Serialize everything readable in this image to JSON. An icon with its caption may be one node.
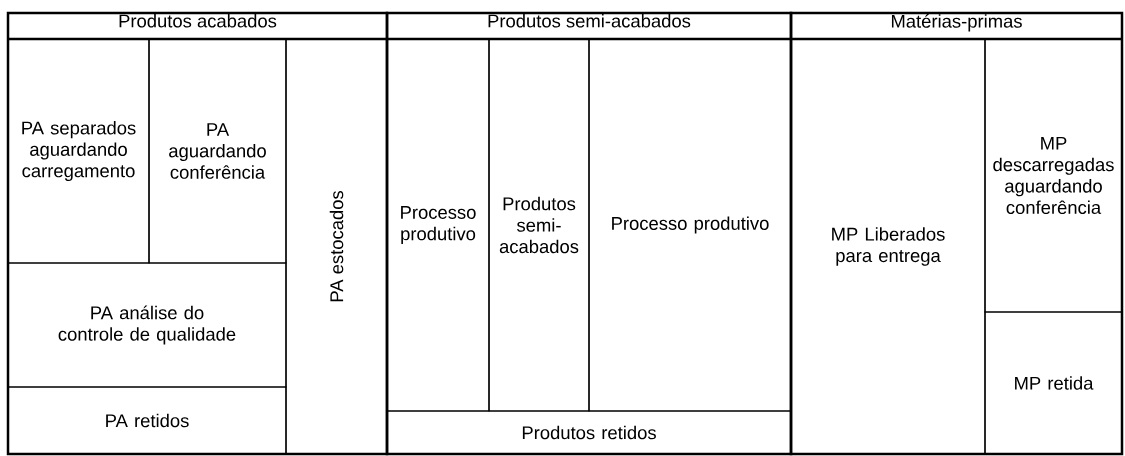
{
  "diagram": {
    "nodes": [
      {
        "text": [
          "Produtos acabados"
        ]
      },
      {
        "text": [
          "PA separados aguardando carregamento"
        ],
        "in": 0
      },
      {
        "text": [
          "PA aguardando conferência"
        ],
        "in": 0
      },
      {
        "text": [
          "PA análise do controle de qualidade"
        ],
        "in": 0
      },
      {
        "text": [
          "PA retidos"
        ],
        "in": 0
      },
      {
        "text": [
          "PA estocados"
        ],
        "in": 0
      },
      {
        "text": [
          "Produtos semi-acabados"
        ]
      },
      {
        "text": [
          "Processo produtivo"
        ],
        "in": 6
      },
      {
        "text": [
          "Produtos semi-acabados"
        ],
        "in": 6
      },
      {
        "text": [
          "Processo produtivo"
        ],
        "in": 6
      },
      {
        "text": [
          "Produtos retidos"
        ],
        "in": 6
      },
      {
        "text": [
          "Matérias-primas"
        ]
      },
      {
        "text": [
          "MP Liberados para entrega"
        ],
        "in": 11
      },
      {
        "text": [
          "MP descarregadas aguardando conferência"
        ],
        "in": 11
      },
      {
        "text": [
          "MP retida"
        ],
        "in": 11
      }
    ]
  }
}
